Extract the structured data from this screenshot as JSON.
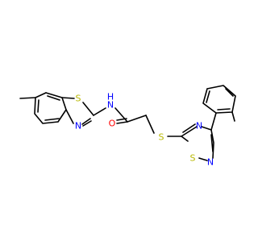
{
  "molecule": {
    "colors": {
      "bond": "#000000",
      "carbon": "#000000",
      "nitrogen": "#0000ff",
      "oxygen": "#ff0000",
      "sulfur": "#b8b800"
    },
    "labels": {
      "benzothiazole_s": "S",
      "benzothiazole_n": "N",
      "amide_n": "N",
      "amide_h": "H",
      "carbonyl_o": "O",
      "thioether_s": "S",
      "thiadiazole_n4": "N",
      "thiadiazole_s": "S",
      "thiadiazole_n2": "N"
    }
  }
}
